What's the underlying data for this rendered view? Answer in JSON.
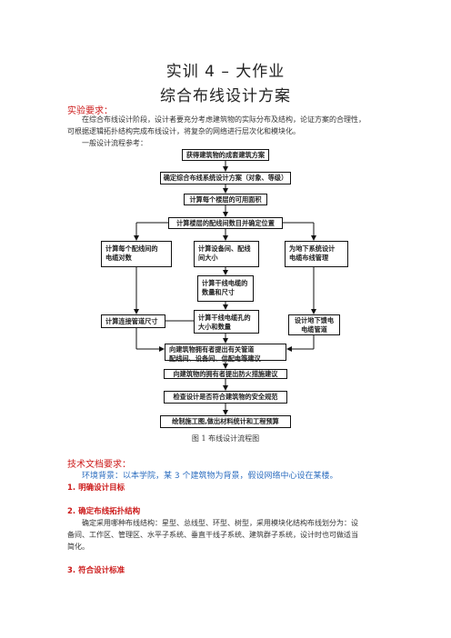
{
  "title": "实训 4 – 大作业",
  "subtitle": "综合布线设计方案",
  "requirements": {
    "heading": "实验要求：",
    "para1_line1": "在综合布线设计阶段，设计者要充分考虑建筑物的实际分布及结构，论证方案的合理性，",
    "para1_line2": "可根据逻辑拓扑结构完成布线设计，将复杂的网络进行层次化和模块化。",
    "para2": "一般设计流程参考："
  },
  "flowchart": {
    "boxes": {
      "b1": "获得建筑物的成套建筑方案",
      "b2": "确定综合布线系统设计方案（对象、等级）",
      "b3": "计算每个楼层的可用面积",
      "b4": "计算楼层的配线间数目并确定位置",
      "b5_l1": "计算每个配线间的",
      "b5_l2": "电缆对数",
      "b6_l1": "计算设备间、配线",
      "b6_l2": "间大小",
      "b7_l1": "为地下系统设计",
      "b7_l2": "电缆布线管理",
      "b8_l1": "计算干线电缆的",
      "b8_l2": "数量和尺寸",
      "b9": "计算连接管道尺寸",
      "b10_l1": "计算干线电缆孔的",
      "b10_l2": "大小和数量",
      "b11_l1": "设计地下馈电",
      "b11_l2": "电缆管道",
      "b12_l1": "向建筑物拥有者提出有关管道",
      "b12_l2": "配线间、设备间、供配电等建议",
      "b13": "向建筑物的拥有者提出防火措施建议",
      "b14": "检查设计是否符合建筑物的安全规范",
      "b15": "绘制施工图,做出材料统计和工程预算"
    },
    "caption": "图 1  布线设计流程图"
  },
  "tech_docs": {
    "heading": "技术文档要求：",
    "background": "环境背景：以本学院，某 3 个建筑物为背景，假设网络中心设在某楼。",
    "item1": "1.  明确设计目标",
    "item2": "2.  确定布线拓扑结构",
    "item2_line1": "确定采用哪种布线结构：星型、总线型、环型、树型，采用模块化结构布线划分为：设",
    "item2_line2": "备间、工作区、管理区、水平子系统、垂直干线子系统、建筑群子系统，设计时也可做适当",
    "item2_line3": "简化。",
    "item3": "3.  符合设计标准"
  }
}
